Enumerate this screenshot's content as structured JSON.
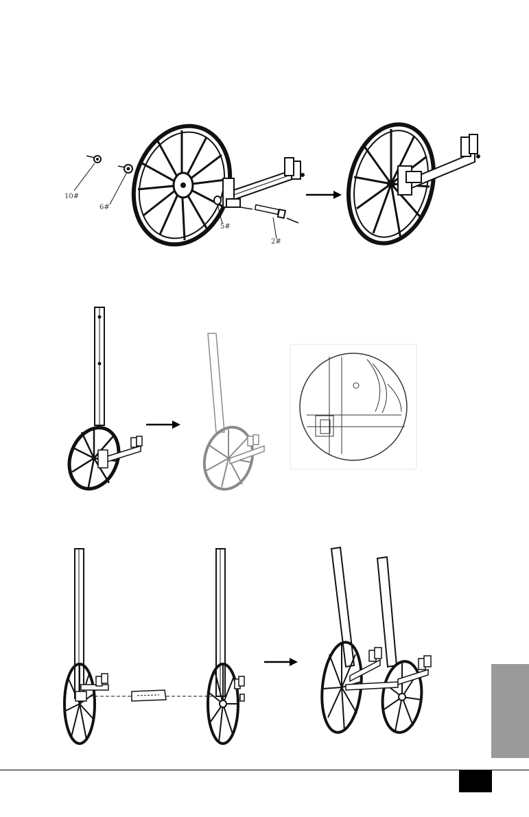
{
  "step1": {
    "parts": {
      "nut": "10#",
      "washer": "6#",
      "spacer": "5#",
      "bolt": "2#"
    }
  },
  "colors": {
    "ink": "#111111",
    "light_ink": "#8a8a8a",
    "side_tab": "#9a9a9a",
    "page_box": "#000000"
  }
}
